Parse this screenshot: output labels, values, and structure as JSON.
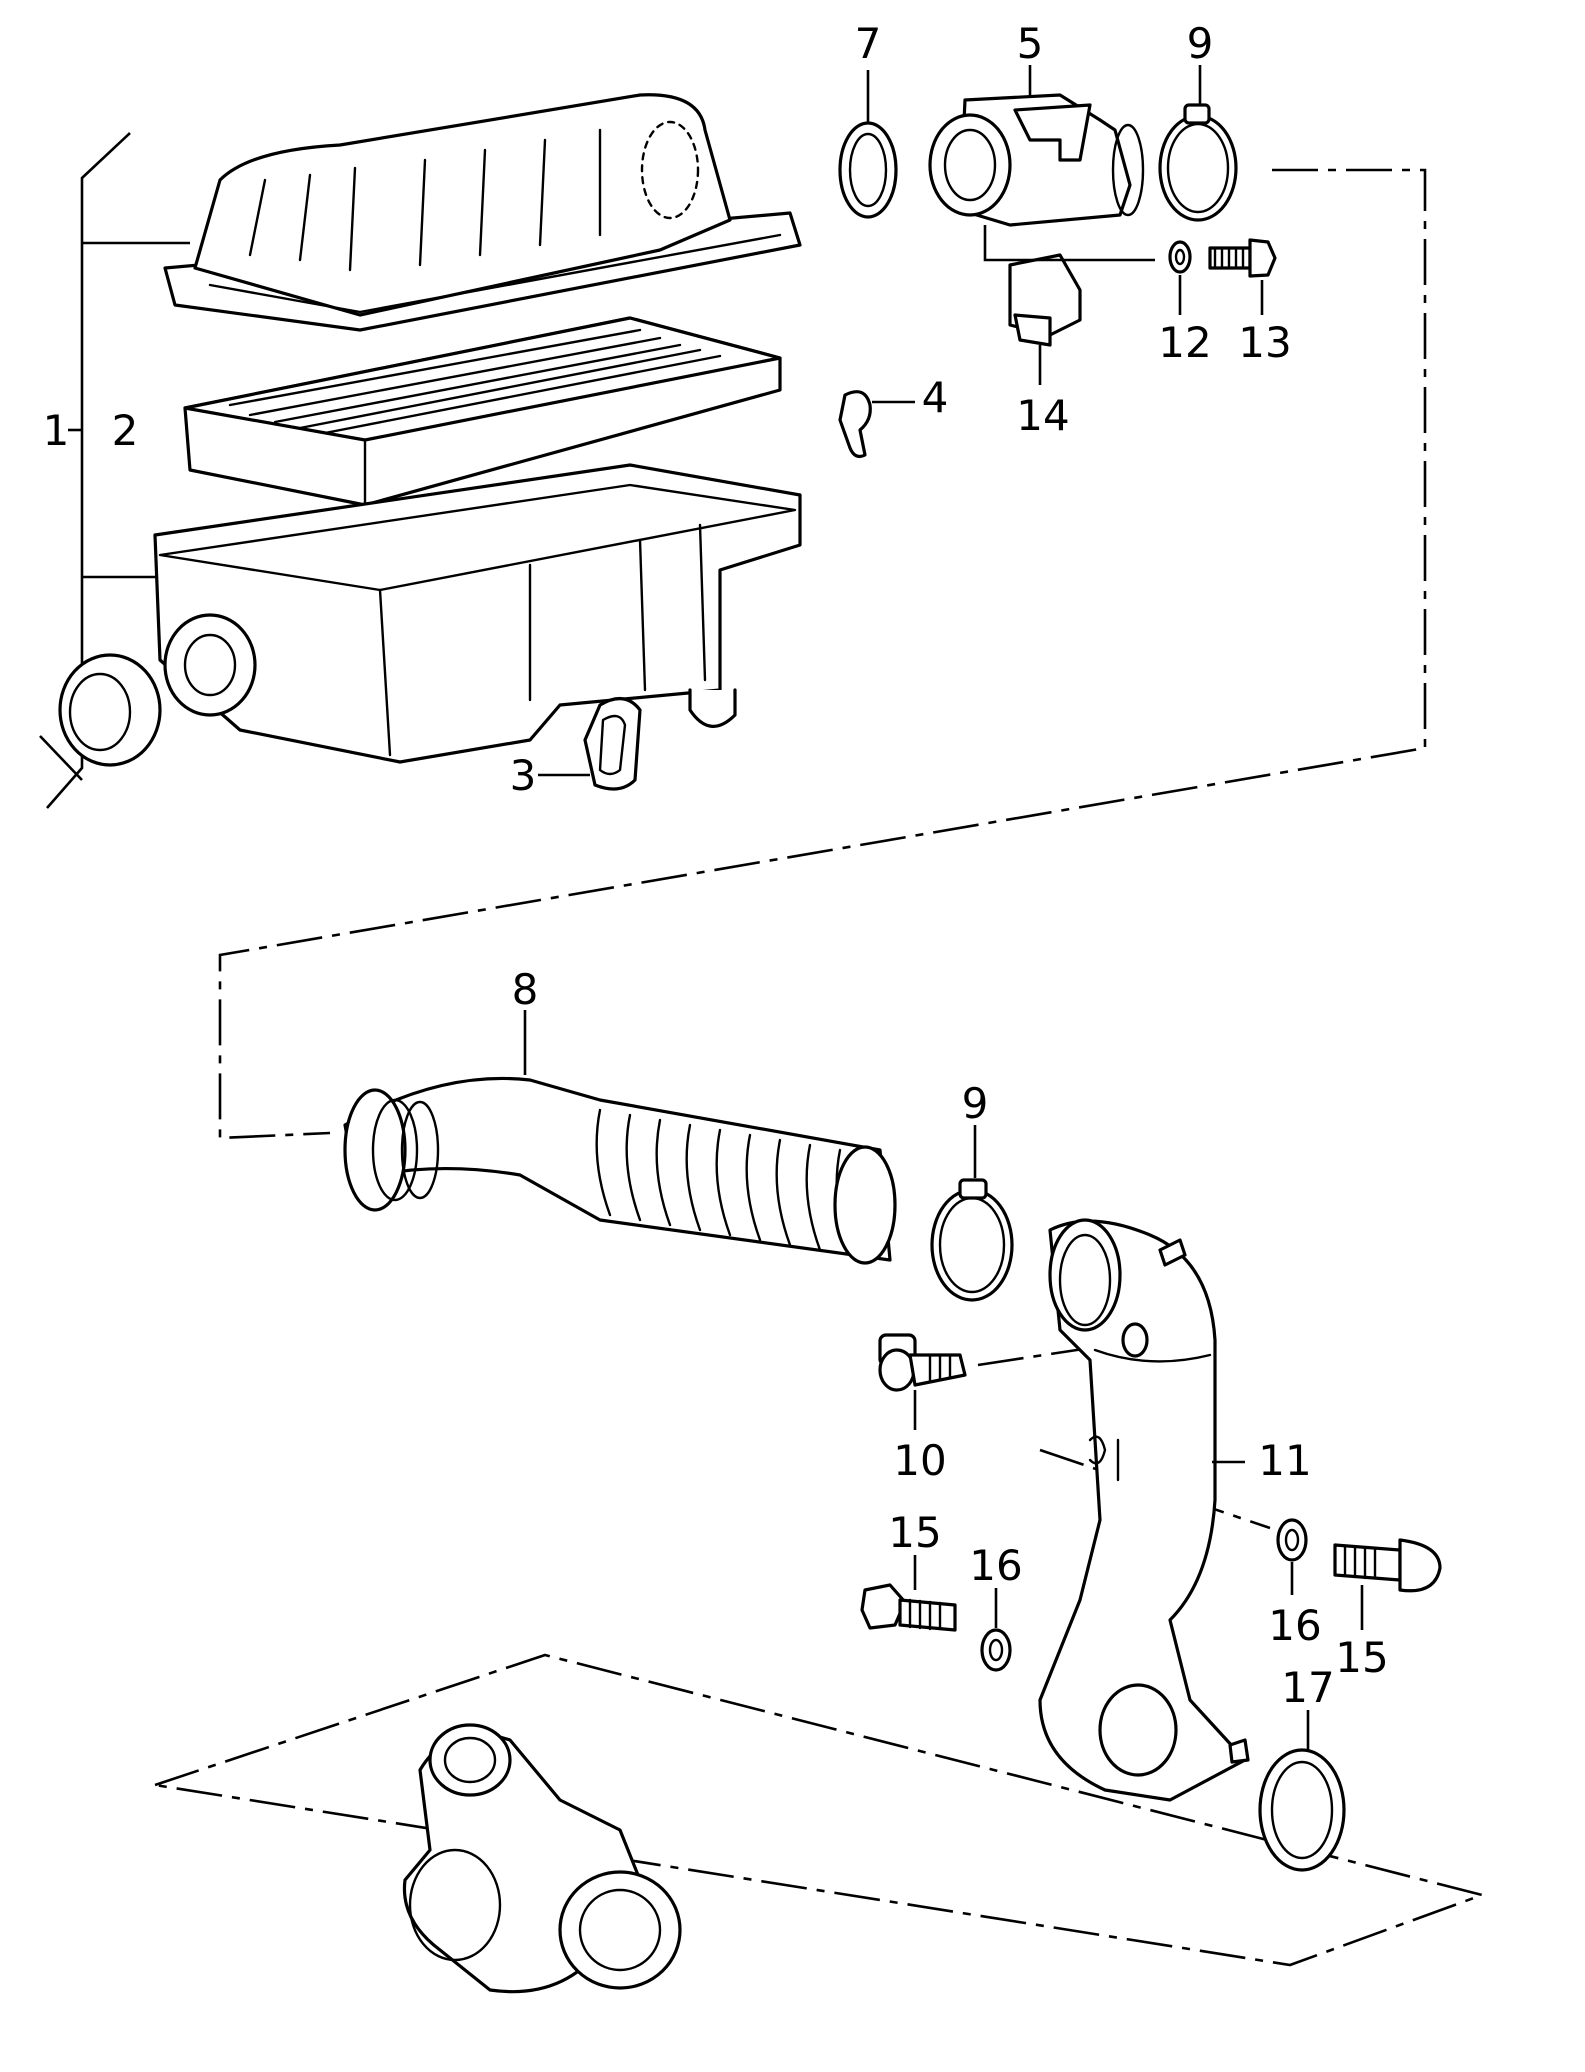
{
  "callouts": [
    {
      "id": "c1",
      "label": "1"
    },
    {
      "id": "c2",
      "label": "2"
    },
    {
      "id": "c3",
      "label": "3"
    },
    {
      "id": "c4",
      "label": "4"
    },
    {
      "id": "c5",
      "label": "5"
    },
    {
      "id": "c7",
      "label": "7"
    },
    {
      "id": "c8",
      "label": "8"
    },
    {
      "id": "c9a",
      "label": "9"
    },
    {
      "id": "c9b",
      "label": "9"
    },
    {
      "id": "c10",
      "label": "10"
    },
    {
      "id": "c11",
      "label": "11"
    },
    {
      "id": "c12",
      "label": "12"
    },
    {
      "id": "c13",
      "label": "13"
    },
    {
      "id": "c14",
      "label": "14"
    },
    {
      "id": "c15a",
      "label": "15"
    },
    {
      "id": "c15b",
      "label": "15"
    },
    {
      "id": "c16a",
      "label": "16"
    },
    {
      "id": "c16b",
      "label": "16"
    },
    {
      "id": "c17",
      "label": "17"
    }
  ]
}
